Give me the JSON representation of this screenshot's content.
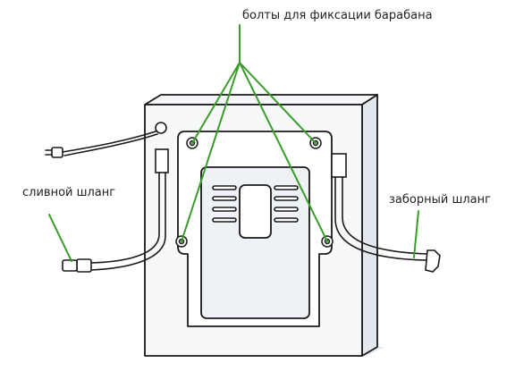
{
  "labels": {
    "bolts": "болты для фиксации барабана",
    "drain_hose": "сливной шланг",
    "intake_hose": "заборный шланг"
  },
  "colors": {
    "line": "#1a1a1a",
    "leader": "#3a9c2a",
    "body_fill": "#f2f4f7",
    "shadow": "#dfe4ec"
  }
}
